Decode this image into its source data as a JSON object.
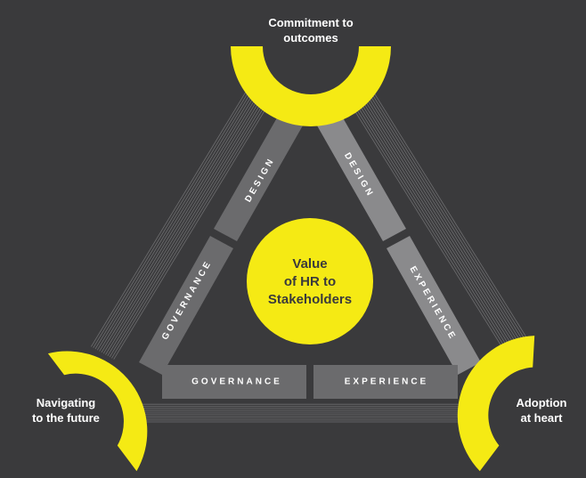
{
  "nodes": {
    "top": {
      "line1": "Commitment to",
      "line2": "outcomes"
    },
    "left": {
      "line1": "Navigating",
      "line2": "to the future"
    },
    "right": {
      "line1": "Adoption",
      "line2": "at heart"
    }
  },
  "center": {
    "line1": "Value",
    "line2": "of HR to",
    "line3": "Stakeholders"
  },
  "segments": {
    "left_upper": "DESIGN",
    "left_lower": "GOVERNANCE",
    "right_upper": "DESIGN",
    "right_lower": "EXPERIENCE",
    "bottom_left": "GOVERNANCE",
    "bottom_right": "EXPERIENCE"
  },
  "colors": {
    "background": "#3a3a3c",
    "accent_yellow": "#f5ea14",
    "segment_gray": "#6b6b6d",
    "segment_gray_light": "#8a8a8c"
  }
}
